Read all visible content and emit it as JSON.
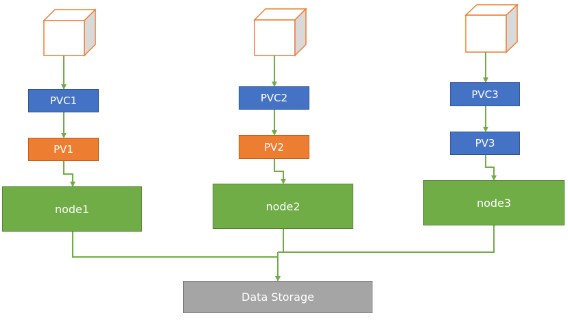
{
  "colors": {
    "connector": "#70ad47",
    "pvc": "#4472c4",
    "pv_orange": "#ed7d31",
    "node": "#70ad47",
    "storage": "#a5a5a5",
    "cube_stroke": "#ed7d31",
    "cube_side": "#d9d9d9"
  },
  "columns": [
    {
      "pvc": "PVC1",
      "pv": "PV1",
      "pv_color": "orange",
      "node": "node1",
      "cube_icon": "pod-cube-icon"
    },
    {
      "pvc": "PVC2",
      "pv": "PV2",
      "pv_color": "orange",
      "node": "node2",
      "cube_icon": "pod-cube-icon"
    },
    {
      "pvc": "PVC3",
      "pv": "PV3",
      "pv_color": "blue",
      "node": "node3",
      "cube_icon": "pod-cube-icon"
    }
  ],
  "storage": {
    "label": "Data Storage"
  }
}
